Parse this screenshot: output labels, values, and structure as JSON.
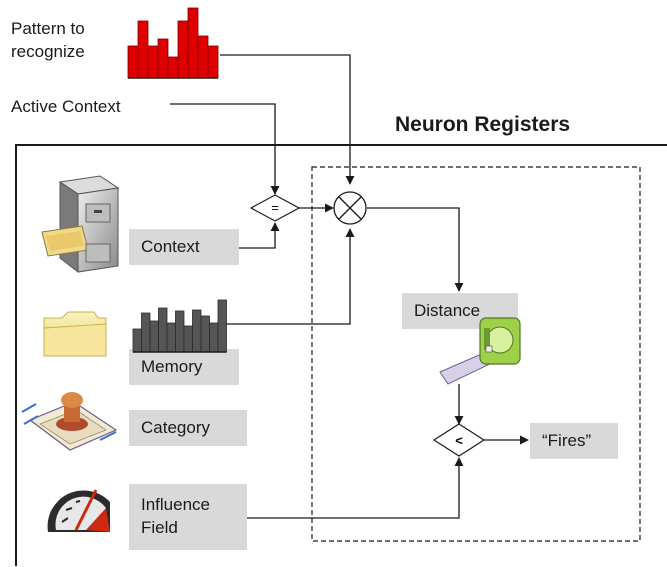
{
  "labels": {
    "pattern": [
      "Pattern to",
      "recognize"
    ],
    "active_context": "Active Context",
    "title": "Neuron Registers",
    "context": "Context",
    "memory": "Memory",
    "category": "Category",
    "influence": [
      "Influence",
      "Field"
    ],
    "distance": "Distance",
    "fires": "“Fires”"
  },
  "symbols": {
    "equal": "=",
    "less_than": "<"
  },
  "icons": {
    "cabinet": "filing-cabinet-icon",
    "folder": "folder-icon",
    "stamp": "stamp-icon",
    "gauge": "gauge-icon",
    "tape": "tape-measure-icon",
    "pattern_bars": "pattern-bars-icon",
    "memory_bars": "memory-bars-icon"
  },
  "colors": {
    "pattern_bars": "#e00000",
    "memory_bars": "#555555",
    "label_box": "#d9d9d9",
    "lines": "#1a1a1a"
  },
  "bars": {
    "pattern": [
      0.45,
      0.82,
      0.45,
      0.55,
      0.3,
      0.82,
      1.0,
      0.6,
      0.45
    ],
    "memory": [
      0.45,
      0.75,
      0.6,
      0.85,
      0.55,
      0.78,
      0.5,
      0.8,
      0.7,
      0.55,
      1.0
    ]
  }
}
